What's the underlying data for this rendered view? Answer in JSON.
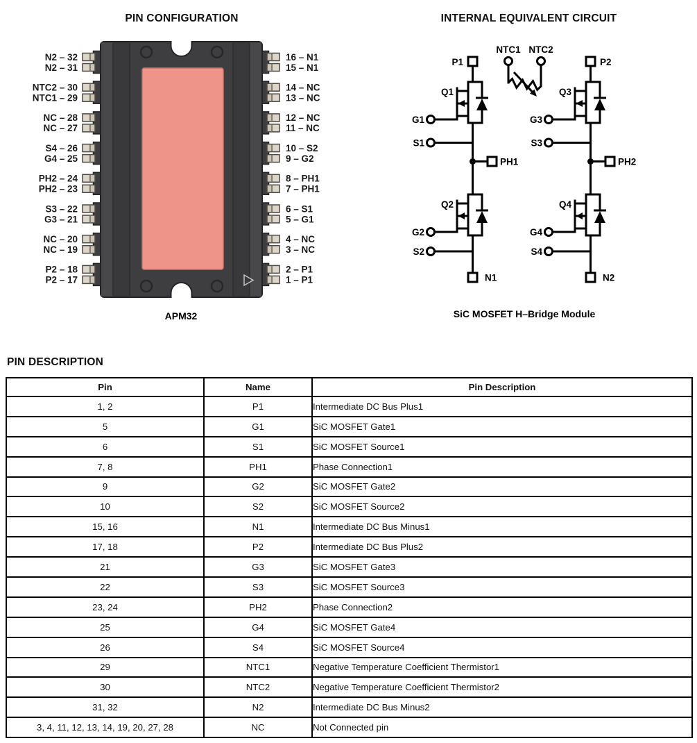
{
  "titles": {
    "pin_configuration": "PIN CONFIGURATION",
    "internal_equivalent_circuit": "INTERNAL EQUIVALENT CIRCUIT",
    "pin_description": "PIN DESCRIPTION"
  },
  "package": {
    "name": "APM32",
    "left_pins": [
      "N2 – 32",
      "N2 – 31",
      "NTC2 – 30",
      "NTC1 – 29",
      "NC – 28",
      "NC – 27",
      "S4 – 26",
      "G4 – 25",
      "PH2 – 24",
      "PH2 – 23",
      "S3 – 22",
      "G3 – 21",
      "NC – 20",
      "NC – 19",
      "P2 – 18",
      "P2 – 17"
    ],
    "right_pins": [
      "16 – N1",
      "15 – N1",
      "14 – NC",
      "13 – NC",
      "12 – NC",
      "11 – NC",
      "10 – S2",
      "9 – G2",
      "8 – PH1",
      "7 – PH1",
      "6 – S1",
      "5 – G1",
      "4 – NC",
      "3 – NC",
      "2 – P1",
      "1 – P1"
    ],
    "colors": {
      "body": "#3e3e41",
      "pad": "#ef9489",
      "pin": "#cdc5b8"
    }
  },
  "circuit": {
    "caption": "SiC MOSFET H–Bridge Module",
    "terminals": {
      "p1": "P1",
      "p2": "P2",
      "ntc1": "NTC1",
      "ntc2": "NTC2",
      "g1": "G1",
      "g2": "G2",
      "g3": "G3",
      "g4": "G4",
      "s1": "S1",
      "s2": "S2",
      "s3": "S3",
      "s4": "S4",
      "ph1": "PH1",
      "ph2": "PH2",
      "n1": "N1",
      "n2": "N2"
    },
    "transistors": {
      "q1": "Q1",
      "q2": "Q2",
      "q3": "Q3",
      "q4": "Q4"
    }
  },
  "table": {
    "headers": [
      "Pin",
      "Name",
      "Pin Description"
    ],
    "rows": [
      [
        "1, 2",
        "P1",
        "Intermediate DC Bus Plus1"
      ],
      [
        "5",
        "G1",
        "SiC MOSFET Gate1"
      ],
      [
        "6",
        "S1",
        "SiC MOSFET Source1"
      ],
      [
        "7, 8",
        "PH1",
        "Phase Connection1"
      ],
      [
        "9",
        "G2",
        "SiC MOSFET Gate2"
      ],
      [
        "10",
        "S2",
        "SiC MOSFET Source2"
      ],
      [
        "15, 16",
        "N1",
        "Intermediate DC Bus Minus1"
      ],
      [
        "17, 18",
        "P2",
        "Intermediate DC Bus Plus2"
      ],
      [
        "21",
        "G3",
        "SiC MOSFET Gate3"
      ],
      [
        "22",
        "S3",
        "SiC MOSFET Source3"
      ],
      [
        "23, 24",
        "PH2",
        "Phase Connection2"
      ],
      [
        "25",
        "G4",
        "SiC MOSFET Gate4"
      ],
      [
        "26",
        "S4",
        "SiC MOSFET Source4"
      ],
      [
        "29",
        "NTC1",
        "Negative Temperature Coefficient Thermistor1"
      ],
      [
        "30",
        "NTC2",
        "Negative Temperature Coefficient Thermistor2"
      ],
      [
        "31, 32",
        "N2",
        "Intermediate DC Bus Minus2"
      ],
      [
        "3, 4, 11, 12, 13, 14, 19, 20, 27, 28",
        "NC",
        "Not Connected pin"
      ]
    ]
  }
}
